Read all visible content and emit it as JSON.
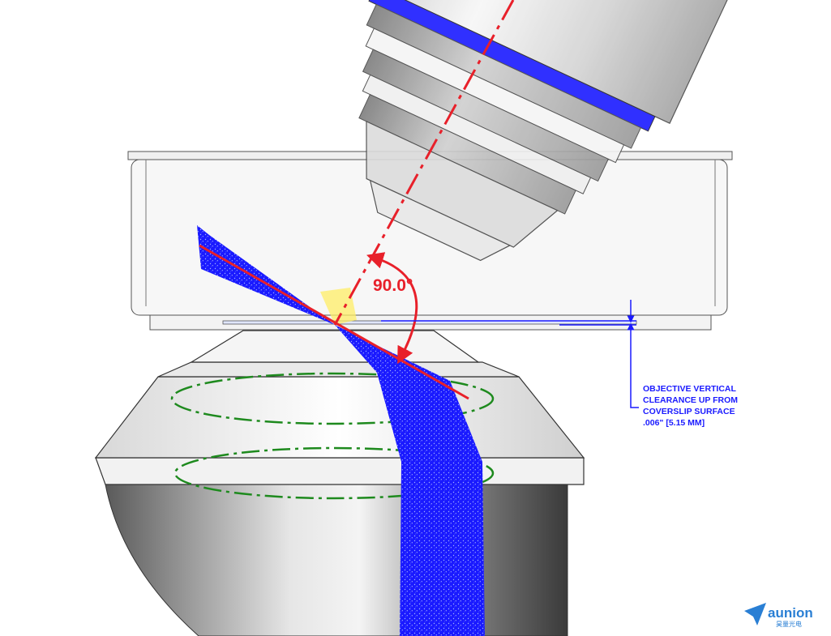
{
  "angle": {
    "label": "90.0°"
  },
  "clearance_note": {
    "lines": [
      "OBJECTIVE VERTICAL",
      "CLEARANCE UP FROM",
      "COVERSLIP SURFACE",
      ".006\" [5.15 MM]"
    ]
  },
  "brand": {
    "name": "aunion",
    "subtitle": "昊量光电"
  },
  "colors": {
    "beam": "#1a1aff",
    "axis_line": "#e8202a",
    "angle_label": "#e8202a",
    "focal_ring": "#1e8a1e",
    "dimension": "#1a1aff",
    "brand": "#2a7fd4"
  }
}
